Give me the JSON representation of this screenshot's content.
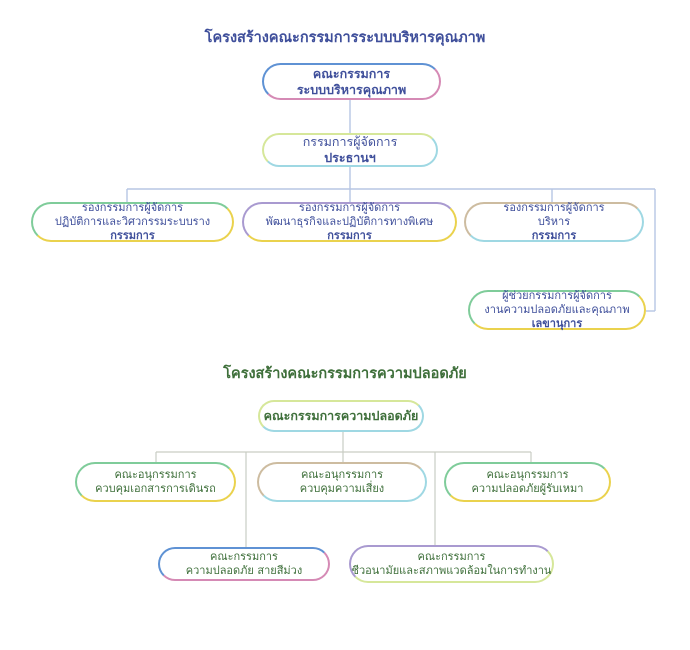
{
  "chart1": {
    "title": "โครงสร้างคณะกรรมการระบบบริหารคุณภาพ",
    "top": {
      "line1": "คณะกรรมการ",
      "line2": "ระบบบริหารคุณภาพ"
    },
    "chair": {
      "line1": "กรรมการผู้จัดการ",
      "line2": "ประธานฯ"
    },
    "vp_ops": {
      "line1": "รองกรรมการผู้จัดการ",
      "line2": "ปฏิบัติการและวิศวกรรมระบบราง",
      "line3": "กรรมการ"
    },
    "vp_biz": {
      "line1": "รองกรรมการผู้จัดการ",
      "line2": "พัฒนาธุรกิจและปฏิบัติการทางพิเศษ",
      "line3": "กรรมการ"
    },
    "vp_admin": {
      "line1": "รองกรรมการผู้จัดการ",
      "line2": "บริหาร",
      "line3": "กรรมการ"
    },
    "asst": {
      "line1": "ผู้ช่วยกรรมการผู้จัดการ",
      "line2": "งานความปลอดภัยและคุณภาพ",
      "line3": "เลขานุการ"
    }
  },
  "chart2": {
    "title": "โครงสร้างคณะกรรมการความปลอดภัย",
    "top": {
      "line1": "คณะกรรมการความปลอดภัย"
    },
    "doc": {
      "line1": "คณะอนุกรรมการ",
      "line2": "ควบคุมเอกสารการเดินรถ"
    },
    "risk": {
      "line1": "คณะอนุกรรมการ",
      "line2": "ควบคุมความเสี่ยง"
    },
    "contractor": {
      "line1": "คณะอนุกรรมการ",
      "line2": "ความปลอดภัยผู้รับเหมา"
    },
    "purple": {
      "line1": "คณะกรรมการ",
      "line2": "ความปลอดภัย สายสีม่วง"
    },
    "ohs": {
      "line1": "คณะกรรมการ",
      "line2": "ชีวอนามัยและสภาพแวดล้อมในการทำงาน"
    }
  },
  "colors": {
    "title_blue": "#3f4f9b",
    "title_green": "#3e6f3a",
    "line_blue": "#b7c6e3",
    "line_gray": "#c9cdc4",
    "green": "#7fcc9a",
    "yellow": "#ead24d",
    "purple": "#a99ad0",
    "tan": "#cdbca0",
    "blue": "#5f92d4",
    "pink": "#d58ab5",
    "cyan": "#9fd8e3",
    "lime": "#d6e79a"
  }
}
